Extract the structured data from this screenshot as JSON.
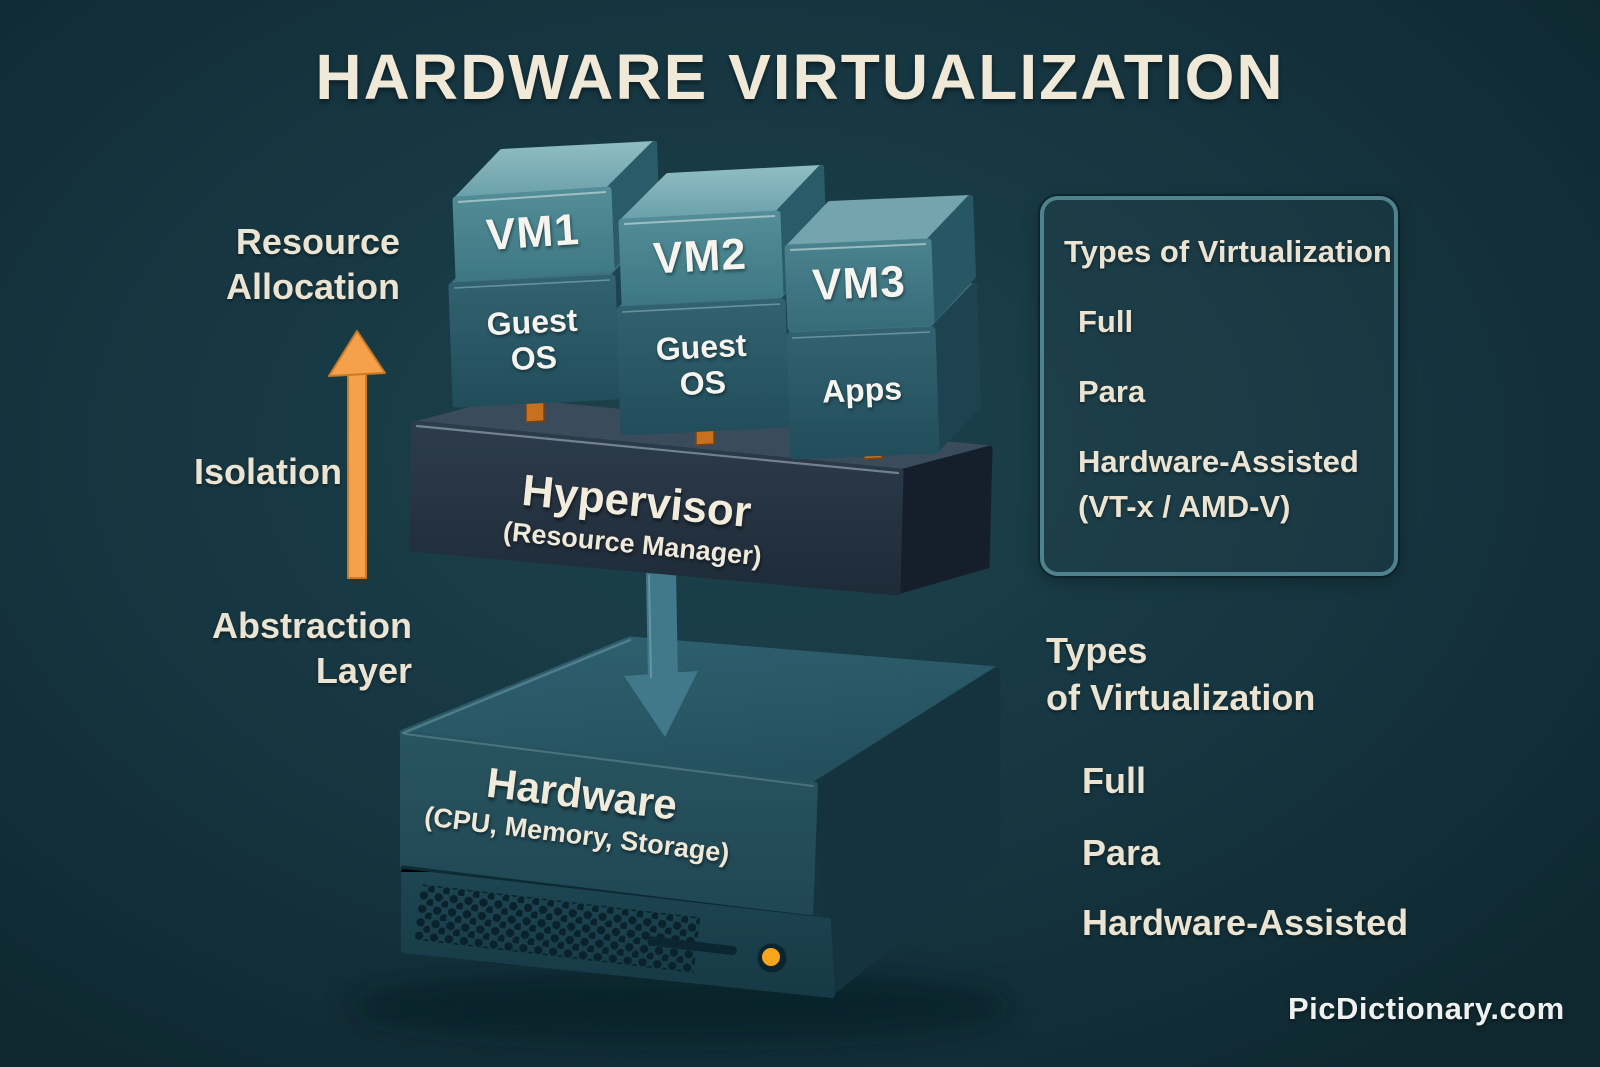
{
  "title": "HARDWARE VIRTUALIZATION",
  "watermark": "PicDictionary.com",
  "palette": {
    "background": "#16343d",
    "cream_text": "#f0e8d6",
    "white_text": "#f6f4ee",
    "orange_arrow": "#f5a04a",
    "teal_arrow": "#41798a",
    "panel_border": "#4f828d",
    "led": "#f7a51d",
    "peg_orange": "#c9701f",
    "vm_box_teal": "#4e8792",
    "guest_box_teal": "#2a5664",
    "hypervisor_slate": "#263443",
    "hardware_teal": "#24505d"
  },
  "left_labels": {
    "resource_allocation": "Resource\nAllocation",
    "isolation": "Isolation",
    "abstraction_layer": "Abstraction\nLayer"
  },
  "vm_stack": [
    {
      "name": "VM1",
      "sub": "Guest\nOS"
    },
    {
      "name": "VM2",
      "sub": "Guest\nOS"
    },
    {
      "name": "VM3",
      "sub": "Apps"
    }
  ],
  "hypervisor": {
    "title": "Hypervisor",
    "subtitle": "(Resource Manager)"
  },
  "hardware": {
    "title": "Hardware",
    "subtitle": "(CPU, Memory, Storage)"
  },
  "types_panel": {
    "title": "Types of Virtualization",
    "item1": "Full",
    "item2": "Para",
    "item3_line1": "Hardware-Assisted",
    "item3_line2": "(VT-x / AMD-V)"
  },
  "types_list": {
    "title": "Types\nof Virtualization",
    "item1": "Full",
    "item2": "Para",
    "item3": "Hardware-Assisted"
  }
}
